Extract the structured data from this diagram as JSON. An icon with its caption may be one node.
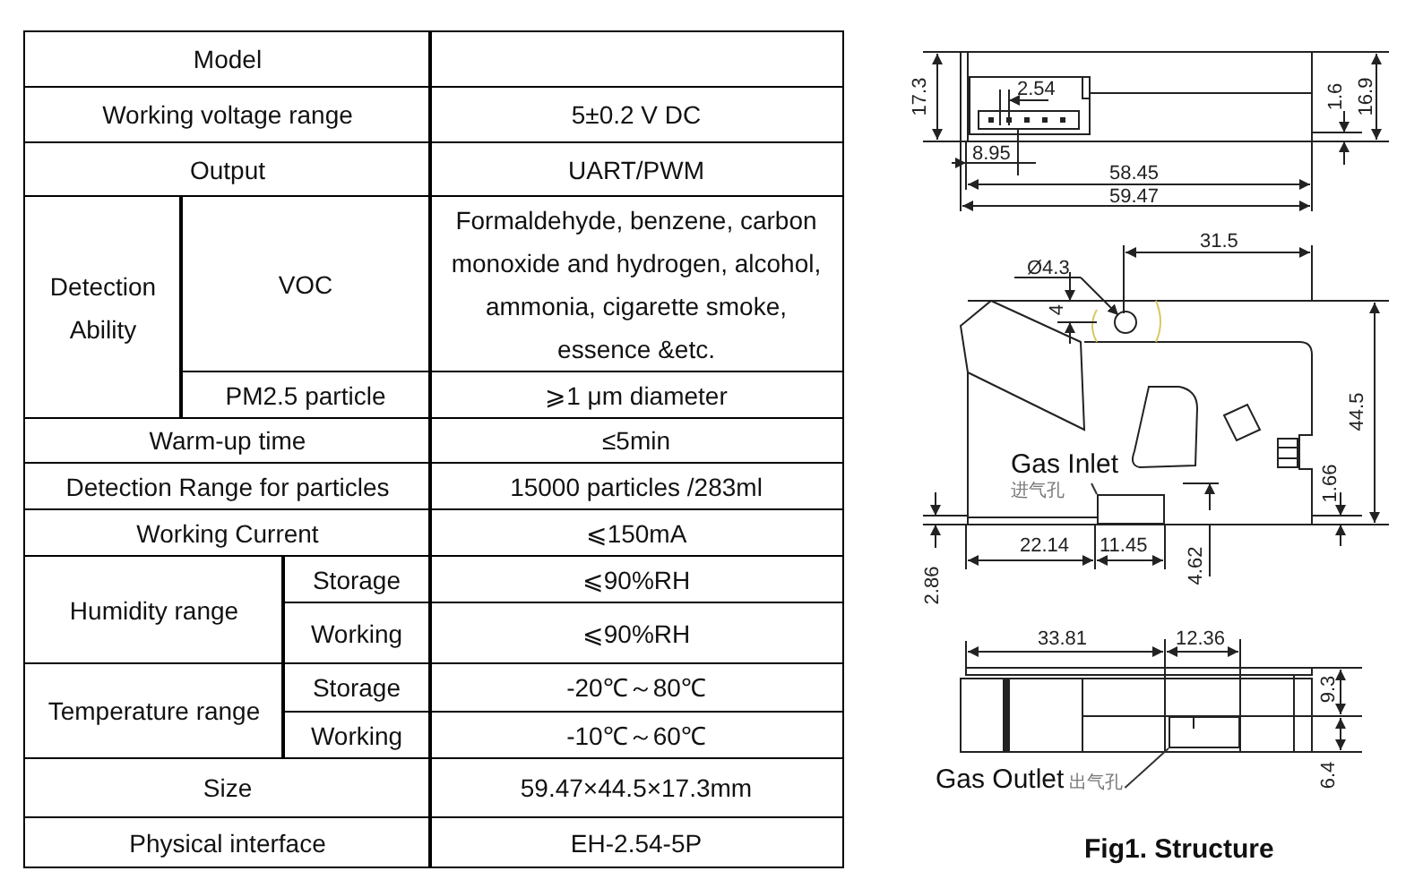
{
  "diagram": {
    "caption": "Fig1. Structure",
    "nodes": [
      {
        "text": [
          "Gas Inlet",
          "进气孔"
        ]
      },
      {
        "text": [],
        "shape": "box"
      },
      {
        "text": [
          "Gas Outlet",
          "出气孔"
        ]
      },
      {
        "text": [],
        "shape": "box"
      }
    ],
    "edges": [
      {
        "from": 0,
        "to": 1,
        "arrow": "none"
      },
      {
        "from": 2,
        "to": 3,
        "arrow": "none"
      }
    ],
    "labels": [
      "Model",
      "Working voltage range",
      "5±0.2 V DC",
      "Output",
      "UART/PWM",
      "Detection Ability",
      "VOC",
      "Formaldehyde, benzene, carbon monoxide and hydrogen, alcohol, ammonia, cigarette smoke, essence &etc.",
      "PM2.5 particle",
      "⩾1 μm diameter",
      "Warm-up time",
      "≤5min",
      "Detection Range for particles",
      "15000 particles /283ml",
      "Working Current",
      "⩽150mA",
      "Humidity range",
      "Storage",
      "⩽90%RH",
      "Working",
      "⩽90%RH",
      "Temperature range",
      "Storage",
      "-20℃～80℃",
      "Working",
      "-10℃～60℃",
      "Size",
      "59.47×44.5×17.3mm",
      "Physical interface",
      "EH-2.54-5P",
      "17.3",
      "2.54",
      "1.6",
      "16.9",
      "8.95",
      "58.45",
      "59.47",
      "31.5",
      "Ø4.3",
      "4",
      "44.5",
      "1.66",
      "22.14",
      "11.45",
      "4.62",
      "2.86",
      "33.81",
      "12.36",
      "9.3",
      "6.4"
    ]
  }
}
